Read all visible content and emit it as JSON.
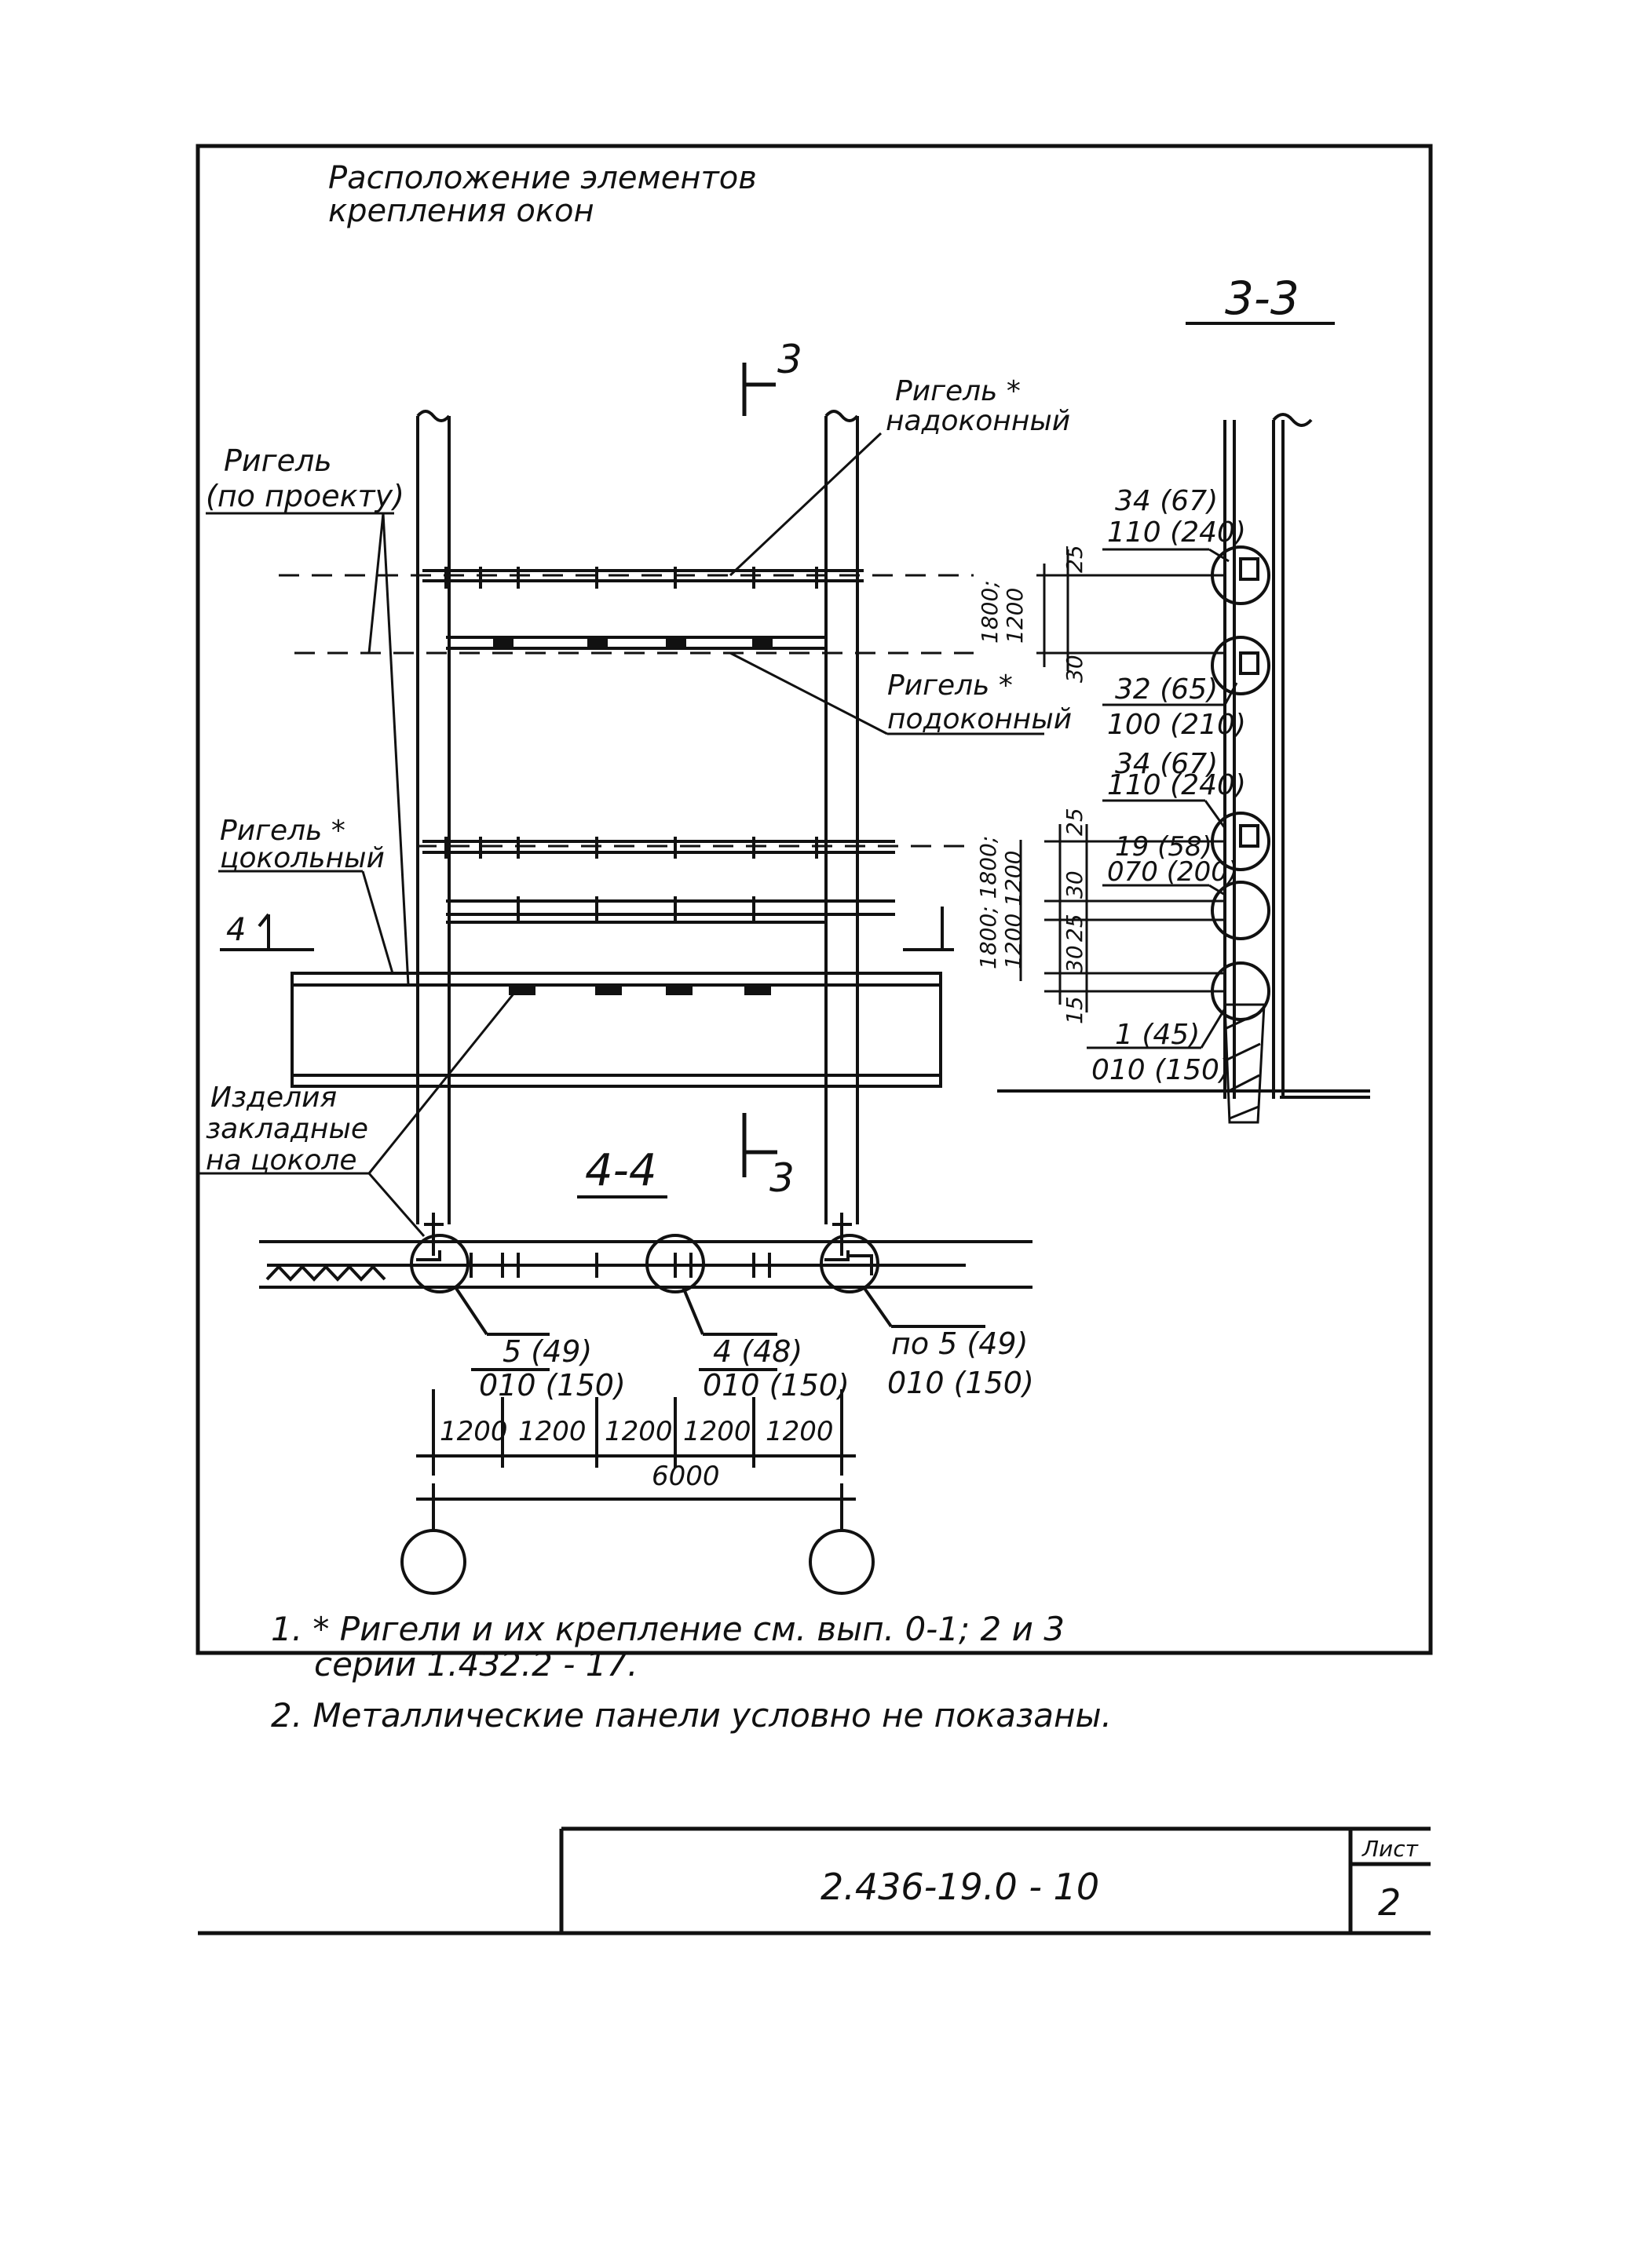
{
  "title": {
    "line1": "Расположение элементов",
    "line2": "крепления окон"
  },
  "section_3_3": "3-3",
  "section_4_4": "4-4",
  "cut_marks": {
    "top": "3",
    "bottom": "3"
  },
  "labels": {
    "rigel_project_1": "Ригель",
    "rigel_project_2": "(по проекту)",
    "rigel_top_1": "Ригель *",
    "rigel_top_2": "надоконный",
    "rigel_mid_1": "Ригель *",
    "rigel_mid_2": "подоконный",
    "rigel_base_1": "Ригель *",
    "rigel_base_2": "цокольный",
    "embedded_1": "Изделия",
    "embedded_2": "закладные",
    "embedded_3": "на цоколе",
    "mark_4": "4"
  },
  "section_3_3_marks": [
    {
      "num": "34 (67)",
      "den": "110 (240)"
    },
    {
      "num": "32 (65)",
      "den": "100 (210)"
    },
    {
      "num": "34 (67)",
      "den": "110 (240)"
    },
    {
      "num": "19 (58)",
      "den": "070 (200)"
    },
    {
      "num": "1 (45)",
      "den": "010 (150)"
    }
  ],
  "section_3_3_dims": {
    "d25a": "25",
    "d30a": "30",
    "h1": "1800;",
    "h1b": "1200",
    "d25b": "25",
    "d30b": "30",
    "d25c": "25",
    "d30c": "30",
    "d15": "15",
    "h2": "1800; 1800;",
    "h2b": "1200 1200"
  },
  "section_4_4_marks": [
    {
      "num": "5 (49)",
      "den": "010 (150)"
    },
    {
      "num": "4 (48)",
      "den": "010 (150)"
    },
    {
      "num": "по 5 (49)",
      "den": "010 (150)"
    }
  ],
  "dimensions_4_4": [
    "1200",
    "1200",
    "1200",
    "1200",
    "1200"
  ],
  "total_dimension": "6000",
  "notes": [
    "1. * Ригели и их крепление см. вып. 0-1; 2 и 3",
    "серии 1.432.2 - 17.",
    "2. Металлические панели условно не показаны."
  ],
  "stamp": {
    "code": "2.436-19.0 - 10",
    "sheet_label": "Лист",
    "sheet_number": "2"
  }
}
